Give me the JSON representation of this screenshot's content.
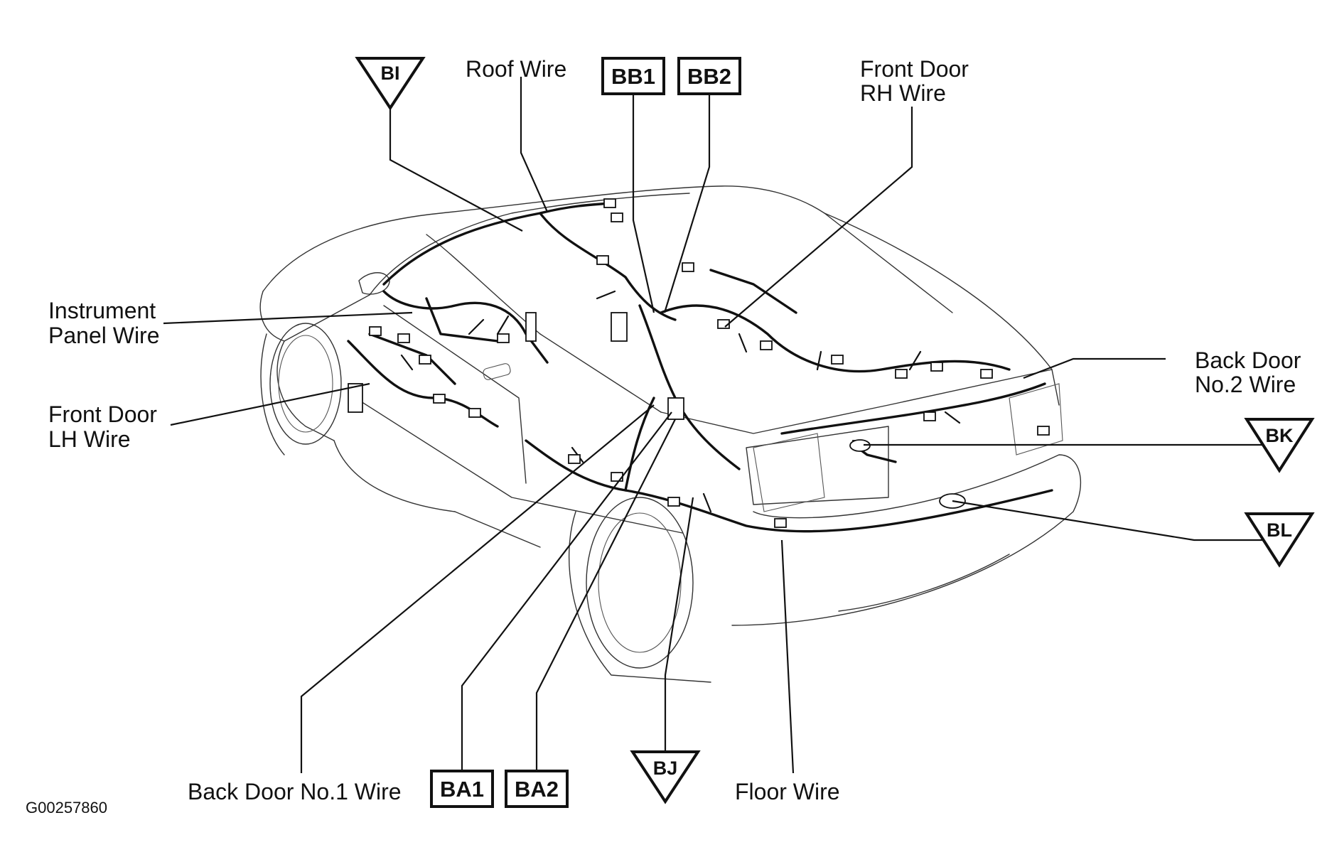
{
  "labels": {
    "roof_wire": "Roof Wire",
    "front_door_rh_wire_1": "Front Door",
    "front_door_rh_wire_2": "RH Wire",
    "instrument_panel_wire_1": "Instrument",
    "instrument_panel_wire_2": "Panel Wire",
    "front_door_lh_wire_1": "Front Door",
    "front_door_lh_wire_2": "LH Wire",
    "back_door_no2_wire_1": "Back Door",
    "back_door_no2_wire_2": "No.2 Wire",
    "back_door_no1_wire": "Back Door No.1 Wire",
    "floor_wire": "Floor Wire"
  },
  "connectors": {
    "boxes": {
      "bb1": "BB1",
      "bb2": "BB2",
      "ba1": "BA1",
      "ba2": "BA2"
    },
    "triangles": {
      "bi": "BI",
      "bk": "BK",
      "bl": "BL",
      "bj": "BJ"
    }
  },
  "figure_id": "G00257860"
}
